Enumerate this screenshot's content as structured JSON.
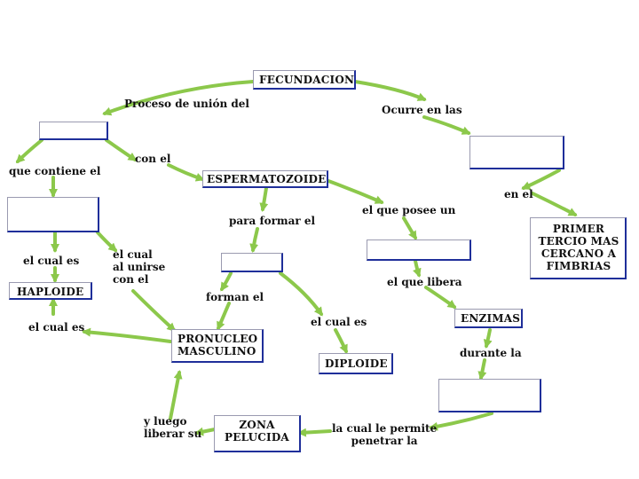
{
  "boxes": {
    "fecundacion": "FECUNDACION",
    "espermatozoide": "ESPERMATOZOIDE",
    "haploide": "HAPLOIDE",
    "pronucleo": "PRONUCLEO MASCULINO",
    "diploide": "DIPLOIDE",
    "zona": "ZONA PELUCIDA",
    "enzimas": "ENZIMAS",
    "primer": "PRIMER TERCIO MAS CERCANO A FIMBRIAS"
  },
  "labels": {
    "proceso": "Proceso de unión del",
    "ocurre": "Ocurre en las",
    "con_el": "con el",
    "que_contiene": "que contiene el",
    "en_el": "en el",
    "para_formar": "para formar el",
    "el_que_posee": "el que posee un",
    "el_cual_es_1": "el cual es",
    "el_cual_al_unirse": "el cual\nal unirse\ncon el",
    "forman_el": "forman el",
    "el_que_libera": "el que libera",
    "el_cual_es_2": "el cual es",
    "el_cual_es_3": "el cual es",
    "durante_la": "durante la",
    "y_luego": "y luego\nliberar su",
    "la_cual_le": "la cual le permite\npenetrar la"
  },
  "colors": {
    "arrow": "#8cc84b",
    "box_border": "#1f2f9a"
  }
}
